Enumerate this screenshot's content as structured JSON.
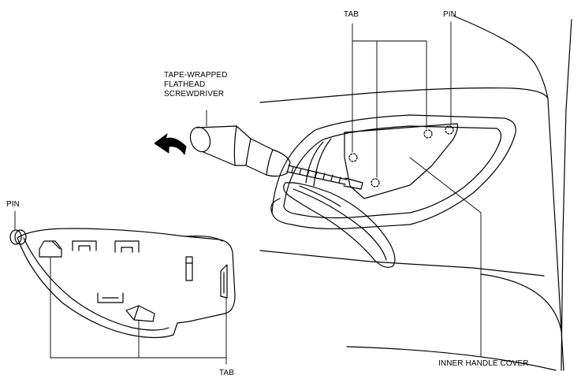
{
  "labels": {
    "tab_top": "TAB",
    "pin_top": "PIN",
    "screwdriver_line1": "TAPE-WRAPPED",
    "screwdriver_line2": "FLATHEAD",
    "screwdriver_line3": "SCREWDRIVER",
    "pin_left": "PIN",
    "tab_bottom": "TAB",
    "inner_handle_cover": "INNER HANDLE COVER"
  },
  "colors": {
    "line": "#000000",
    "background": "#ffffff"
  }
}
